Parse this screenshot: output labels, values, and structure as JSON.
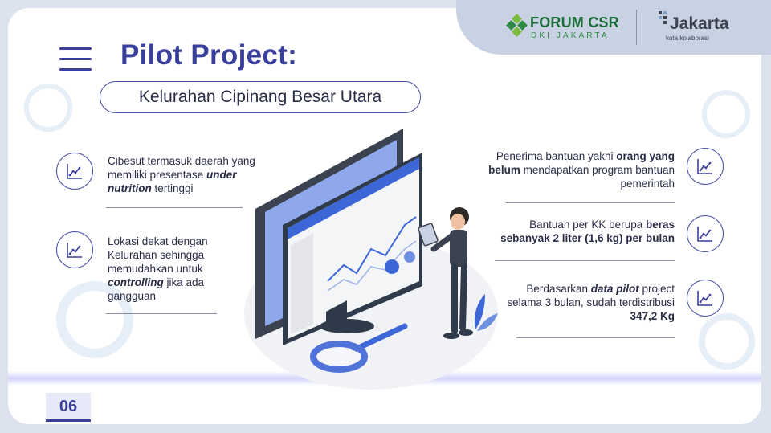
{
  "header": {
    "forum_csr_logo": {
      "main": "FORUM CSR",
      "sub": "DKI JAKARTA"
    },
    "jakarta_logo": {
      "main": "Jakarta",
      "tagline": "kota kolaborasi"
    }
  },
  "title": "Pilot Project:",
  "subtitle": "Kelurahan Cipinang Besar Utara",
  "left_points": [
    {
      "icon": "line-chart-icon",
      "parts": [
        {
          "text": "Cibesut termasuk daerah yang memiliki presentase ",
          "style": "normal"
        },
        {
          "text": "under nutrition",
          "style": "bold-italic"
        },
        {
          "text": " tertinggi",
          "style": "normal"
        }
      ]
    },
    {
      "icon": "line-chart-icon",
      "parts": [
        {
          "text": "Lokasi dekat dengan Kelurahan sehingga memudahkan untuk ",
          "style": "normal"
        },
        {
          "text": "controlling",
          "style": "bold-italic"
        },
        {
          "text": " jika ada gangguan",
          "style": "normal"
        }
      ]
    }
  ],
  "right_points": [
    {
      "icon": "line-chart-icon",
      "parts": [
        {
          "text": "Penerima bantuan yakni ",
          "style": "normal"
        },
        {
          "text": "orang yang belum",
          "style": "bold"
        },
        {
          "text": " mendapatkan program bantuan pemerintah",
          "style": "normal"
        }
      ]
    },
    {
      "icon": "line-chart-icon",
      "parts": [
        {
          "text": "Bantuan per KK berupa ",
          "style": "normal"
        },
        {
          "text": "beras sebanyak 2 liter (1,6 kg) per bulan",
          "style": "bold"
        }
      ]
    },
    {
      "icon": "line-chart-icon",
      "parts": [
        {
          "text": "Berdasarkan ",
          "style": "normal"
        },
        {
          "text": "data pilot",
          "style": "bold-italic"
        },
        {
          "text": " project selama 3 bulan, sudah terdistribusi ",
          "style": "normal"
        },
        {
          "text": "347,2 Kg",
          "style": "bold"
        }
      ]
    }
  ],
  "page_number": "06",
  "colors": {
    "primary": "#3b3f9c",
    "forum_green": "#1d6d3a",
    "accent_blue": "#3d67d6",
    "header_bar": "#c9d2e2",
    "text": "#2a2d48"
  }
}
